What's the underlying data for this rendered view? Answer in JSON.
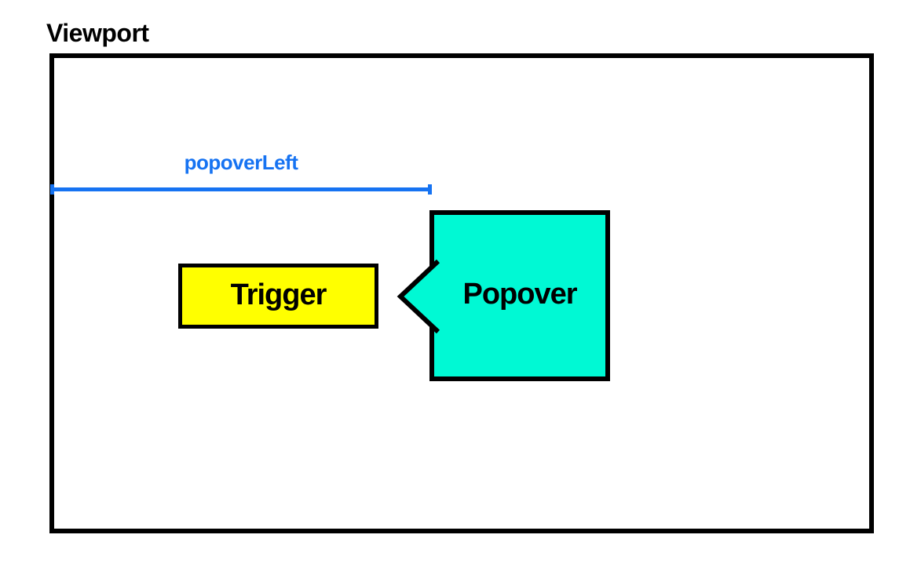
{
  "labels": {
    "viewport": "Viewport",
    "popover_left_measurement": "popoverLeft",
    "trigger": "Trigger",
    "popover": "Popover"
  },
  "colors": {
    "background": "#FFFFFF",
    "outline": "#000000",
    "trigger-fill": "#FFFF00",
    "popover-fill": "#00F9D4",
    "measure-blue": "#1673F2",
    "text": "#000000"
  }
}
